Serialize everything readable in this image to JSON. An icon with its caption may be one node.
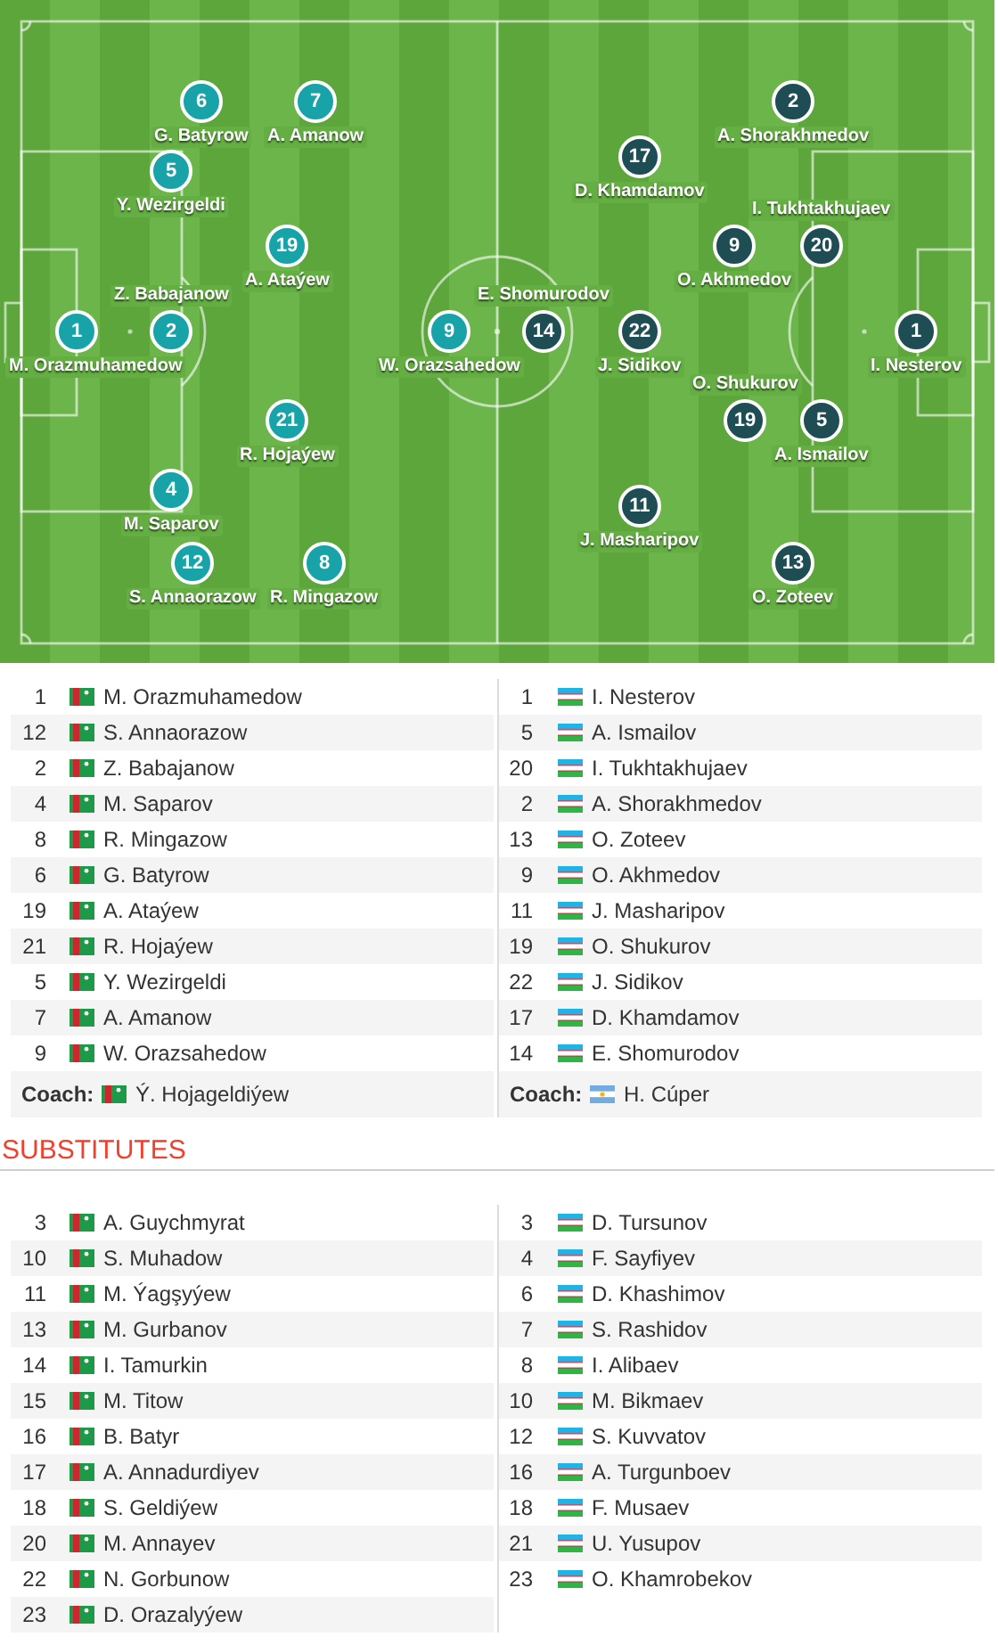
{
  "diagram": {
    "nodes": [
      {
        "text": [
          "6"
        ],
        "beside": [
          "G. Batyrow"
        ]
      },
      {
        "text": [
          "7"
        ],
        "beside": [
          "A. Amanow"
        ]
      },
      {
        "text": [
          "2"
        ],
        "beside": [
          "A. Shorakhmedov"
        ]
      },
      {
        "text": [
          "17"
        ],
        "beside": [
          "D. Khamdamov"
        ]
      },
      {
        "text": [
          "5"
        ],
        "beside": [
          "Y. Wezirgeldi"
        ]
      },
      {
        "text": [
          "19"
        ],
        "beside": [
          "A. Ataýew"
        ]
      },
      {
        "text": [
          "9"
        ],
        "beside": [
          "O. Akhmedov"
        ]
      },
      {
        "text": [
          "20"
        ],
        "beside": [
          "I. Tukhtakhujaev"
        ]
      },
      {
        "text": [
          "1"
        ],
        "beside": [
          "M. Orazmuhamedow"
        ]
      },
      {
        "text": [
          "2"
        ],
        "beside": [
          "Z. Babajanow"
        ]
      },
      {
        "text": [
          "9"
        ],
        "beside": [
          "W. Orazsahedow"
        ]
      },
      {
        "text": [
          "14"
        ],
        "beside": [
          "E. Shomurodov"
        ]
      },
      {
        "text": [
          "22"
        ],
        "beside": [
          "J. Sidikov"
        ]
      },
      {
        "text": [
          "1"
        ],
        "beside": [
          "I. Nesterov"
        ]
      },
      {
        "text": [
          "21"
        ],
        "beside": [
          "R. Hojaýew"
        ]
      },
      {
        "text": [
          "19"
        ],
        "beside": [
          "O. Shukurov"
        ]
      },
      {
        "text": [
          "5"
        ],
        "beside": [
          "A. Ismailov"
        ]
      },
      {
        "text": [
          "4"
        ],
        "beside": [
          "M. Saparov"
        ]
      },
      {
        "text": [
          "11"
        ],
        "beside": [
          "J. Masharipov"
        ]
      },
      {
        "text": [
          "12"
        ],
        "beside": [
          "S. Annaorazow"
        ]
      },
      {
        "text": [
          "8"
        ],
        "beside": [
          "R. Mingazow"
        ]
      },
      {
        "text": [
          "13"
        ],
        "beside": [
          "O. Zoteev"
        ]
      }
    ],
    "labels": [
      "1",
      "M. Orazmuhamedow",
      "1",
      "I. Nesterov",
      "12",
      "S. Annaorazow",
      "5",
      "A. Ismailov",
      "2",
      "Z. Babajanow",
      "20",
      "I. Tukhtakhujaev",
      "4",
      "M. Saparov",
      "2",
      "A. Shorakhmedov",
      "8",
      "R. Mingazow",
      "13",
      "O. Zoteev",
      "6",
      "G. Batyrow",
      "9",
      "O. Akhmedov",
      "19",
      "A. Ataýew",
      "11",
      "J. Masharipov",
      "21",
      "R. Hojaýew",
      "19",
      "O. Shukurov",
      "5",
      "Y. Wezirgeldi",
      "22",
      "J. Sidikov",
      "7",
      "A. Amanow",
      "17",
      "D. Khamdamov",
      "9",
      "W. Orazsahedow",
      "14",
      "E. Shomurodov",
      "Coach:",
      "Ý. Hojageldiýew",
      "Coach:",
      "H. Cúper",
      "SUBSTITUTES",
      "3",
      "A. Guychmyrat",
      "3",
      "D. Tursunov",
      "10",
      "S. Muhadow",
      "4",
      "F. Sayfiyev",
      "11",
      "M. Ýagşyýew",
      "6",
      "D. Khashimov",
      "13",
      "M. Gurbanov",
      "7",
      "S. Rashidov",
      "14",
      "I. Tamurkin",
      "8",
      "I. Alibaev",
      "15",
      "M. Titow",
      "10",
      "M. Bikmaev",
      "16",
      "B. Batyr",
      "12",
      "S. Kuvvatov",
      "17",
      "A. Annadurdiyev",
      "16",
      "A. Turgunboev",
      "18",
      "S. Geldiýew",
      "18",
      "F. Musaev",
      "20",
      "M. Annayev",
      "21",
      "U. Yusupov",
      "22",
      "N. Gorbunow",
      "23",
      "O. Khamrobekov",
      "23",
      "D. Orazalyýew"
    ]
  }
}
